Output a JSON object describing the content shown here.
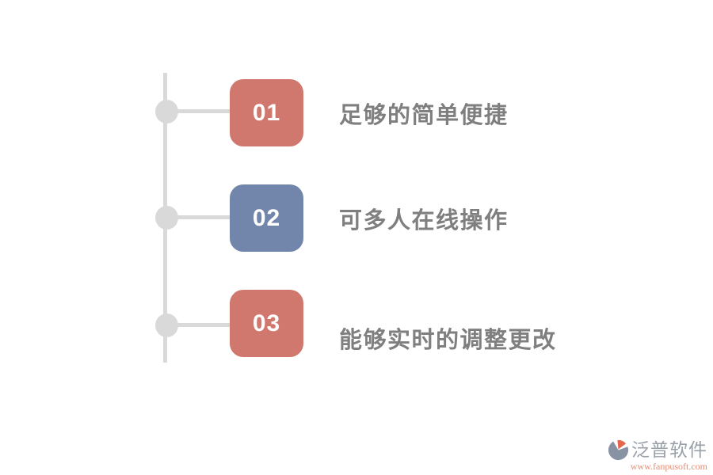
{
  "rows": [
    {
      "number": "01",
      "label": "足够的简单便捷",
      "badge_color": "#d0776e"
    },
    {
      "number": "02",
      "label": "可多人在线操作",
      "badge_color": "#7286ab"
    },
    {
      "number": "03",
      "label": "能够实时的调整更改",
      "badge_color": "#d0776e"
    }
  ],
  "timeline": {
    "line_color": "#d9d9d9"
  },
  "footer": {
    "brand_name": "泛普软件",
    "brand_url": "www.fanpusoft.com"
  },
  "colors": {
    "background": "#ffffff",
    "badge_salmon": "#d0776e",
    "badge_blue": "#7286ab",
    "badge_text": "#ffffff",
    "label_text": "#7f7f7f",
    "timeline_gray": "#d9d9d9",
    "brand_text": "#9aa0a8",
    "brand_url_text": "#e58f77",
    "logo_gray": "#8793a3",
    "logo_orange": "#e4674d"
  }
}
